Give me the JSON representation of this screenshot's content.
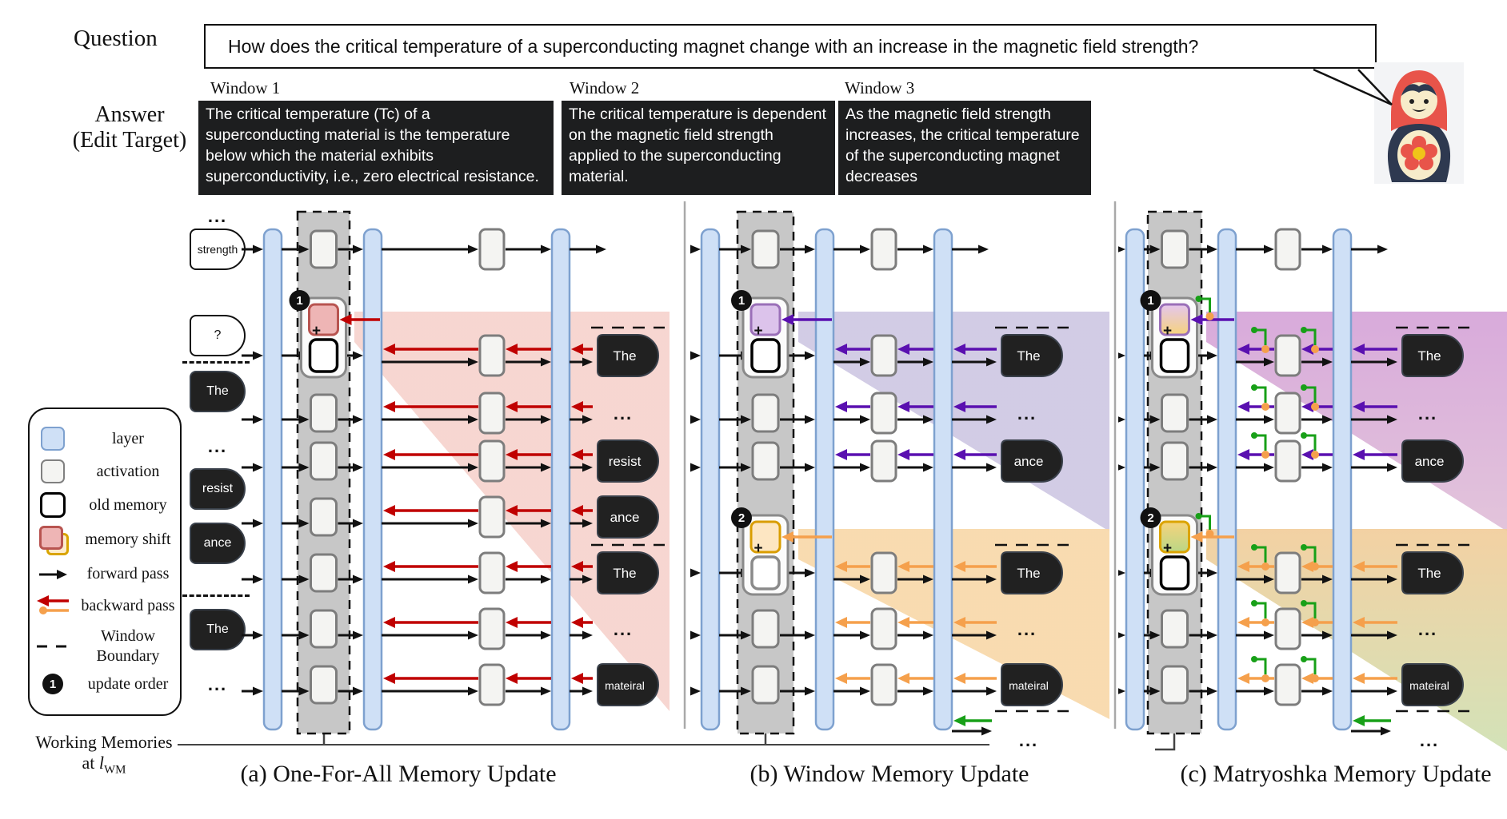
{
  "question": {
    "label": "Question",
    "text": "How does the critical temperature of a superconducting magnet change with an increase in the magnetic field strength?"
  },
  "answer": {
    "label_line1": "Answer",
    "label_line2": "(Edit Target)",
    "windows": [
      {
        "title": "Window 1",
        "text": "The critical temperature (Tc) of a superconducting material is the temperature below which the material exhibits superconductivity, i.e., zero electrical resistance."
      },
      {
        "title": "Window 2",
        "text": "The critical temperature is dependent on the magnetic field strength applied to the superconducting material."
      },
      {
        "title": "Window 3",
        "text": "As the magnetic field strength increases, the critical temperature of the superconducting magnet decreases"
      }
    ]
  },
  "legend": {
    "items": [
      {
        "icon": "layer-icon",
        "label": "layer"
      },
      {
        "icon": "activation-icon",
        "label": "activation"
      },
      {
        "icon": "old-memory-icon",
        "label": "old memory"
      },
      {
        "icon": "memory-shift-icon",
        "label": "memory shift"
      },
      {
        "icon": "forward-pass-icon",
        "label": "forward pass"
      },
      {
        "icon": "backward-pass-icon",
        "label": "backward pass"
      },
      {
        "icon": "window-boundary-icon",
        "label": "Window Boundary"
      },
      {
        "icon": "update-order-icon",
        "label": "update order"
      }
    ]
  },
  "input_tokens": [
    {
      "type": "ellipsis",
      "text": "..."
    },
    {
      "type": "outline",
      "text": "strength"
    },
    {
      "type": "outline",
      "text": "?"
    },
    {
      "type": "boundary"
    },
    {
      "type": "dark",
      "text": "The"
    },
    {
      "type": "ellipsis",
      "text": "..."
    },
    {
      "type": "dark",
      "text": "resist"
    },
    {
      "type": "dark",
      "text": "ance"
    },
    {
      "type": "boundary"
    },
    {
      "type": "dark",
      "text": "The"
    },
    {
      "type": "ellipsis",
      "text": "..."
    }
  ],
  "working_memories": {
    "line1": "Working Memories",
    "prefix": "at ",
    "symbol": "l",
    "subscript": "WM"
  },
  "misc": {
    "plus": "+",
    "ellipsis": "..."
  },
  "colors": {
    "layer_fill": "#cfe0f6",
    "layer_stroke": "#7ea1cf",
    "activation_fill": "#f4f4f2",
    "activation_stroke": "#7d7d7d",
    "forward": "#111111",
    "green": "#18a018",
    "wm_fill": "#c7c7c7",
    "token_fill": "#212121"
  },
  "panels": [
    {
      "caption": "(a) One-For-All Memory Update",
      "hooks": false,
      "green_tail": false,
      "windows": [
        {
          "badge": "1",
          "back": "#c00000",
          "shade": [
            "#f6d3cd",
            "#f6d3cd"
          ],
          "shift_fill": [
            "#eeb5b5",
            "#eeb5b5"
          ],
          "shift_stroke": "#b85450",
          "old_stroke": "#000000",
          "tokens": [
            {
              "text": "The",
              "boundary": true
            },
            {
              "text": "..."
            },
            {
              "text": "resist"
            },
            {
              "text": "ance"
            },
            {
              "text": "The",
              "boundary": true
            },
            {
              "text": "..."
            },
            {
              "text": "mateiral"
            }
          ]
        }
      ]
    },
    {
      "caption": "(b) Window Memory Update",
      "hooks": false,
      "green_tail": true,
      "windows": [
        {
          "badge": "1",
          "back": "#5a10b0",
          "shade": [
            "#cec7e3",
            "#cec7e3"
          ],
          "shift_fill": [
            "#dcc3eb",
            "#dcc3eb"
          ],
          "shift_stroke": "#9a6fb8",
          "old_stroke": "#000000",
          "tokens": [
            {
              "text": "The",
              "boundary": true
            },
            {
              "text": "..."
            },
            {
              "text": "ance"
            }
          ]
        },
        {
          "badge": "2",
          "back": "#f5a04c",
          "shade": [
            "#f8d8a9",
            "#f8d8a9"
          ],
          "shift_fill": [
            "#fde6c2",
            "#fde6c2"
          ],
          "shift_stroke": "#d99d00",
          "old_stroke": "#8a8a8a",
          "tokens": [
            {
              "text": "The",
              "boundary": true
            },
            {
              "text": "..."
            },
            {
              "text": "mateiral"
            }
          ]
        }
      ]
    },
    {
      "caption": "(c) Matryoshka Memory Update",
      "hooks": true,
      "green_tail": true,
      "windows": [
        {
          "badge": "1",
          "back": "#5a10b0",
          "shade": [
            "#d5a3d8",
            "#e0bfd8"
          ],
          "shift_fill": [
            "#e4c6ee",
            "#f6d37c"
          ],
          "shift_stroke": "#9a6fb8",
          "old_stroke": "#000000",
          "tokens": [
            {
              "text": "The",
              "boundary": true
            },
            {
              "text": "..."
            },
            {
              "text": "ance"
            }
          ]
        },
        {
          "badge": "2",
          "back": "#f5a04c",
          "shade": [
            "#f2cd9b",
            "#cfe0b2"
          ],
          "shift_fill": [
            "#f6d37c",
            "#bad786"
          ],
          "shift_stroke": "#dba400",
          "old_stroke": "#000000",
          "tokens": [
            {
              "text": "The",
              "boundary": true
            },
            {
              "text": "..."
            },
            {
              "text": "mateiral"
            }
          ]
        }
      ]
    }
  ]
}
